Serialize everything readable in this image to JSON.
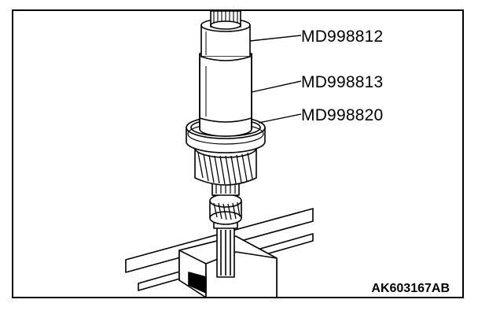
{
  "callouts": [
    {
      "label": "MD998812"
    },
    {
      "label": "MD998813"
    },
    {
      "label": "MD998820"
    }
  ],
  "figure_code": "AK603167AB"
}
